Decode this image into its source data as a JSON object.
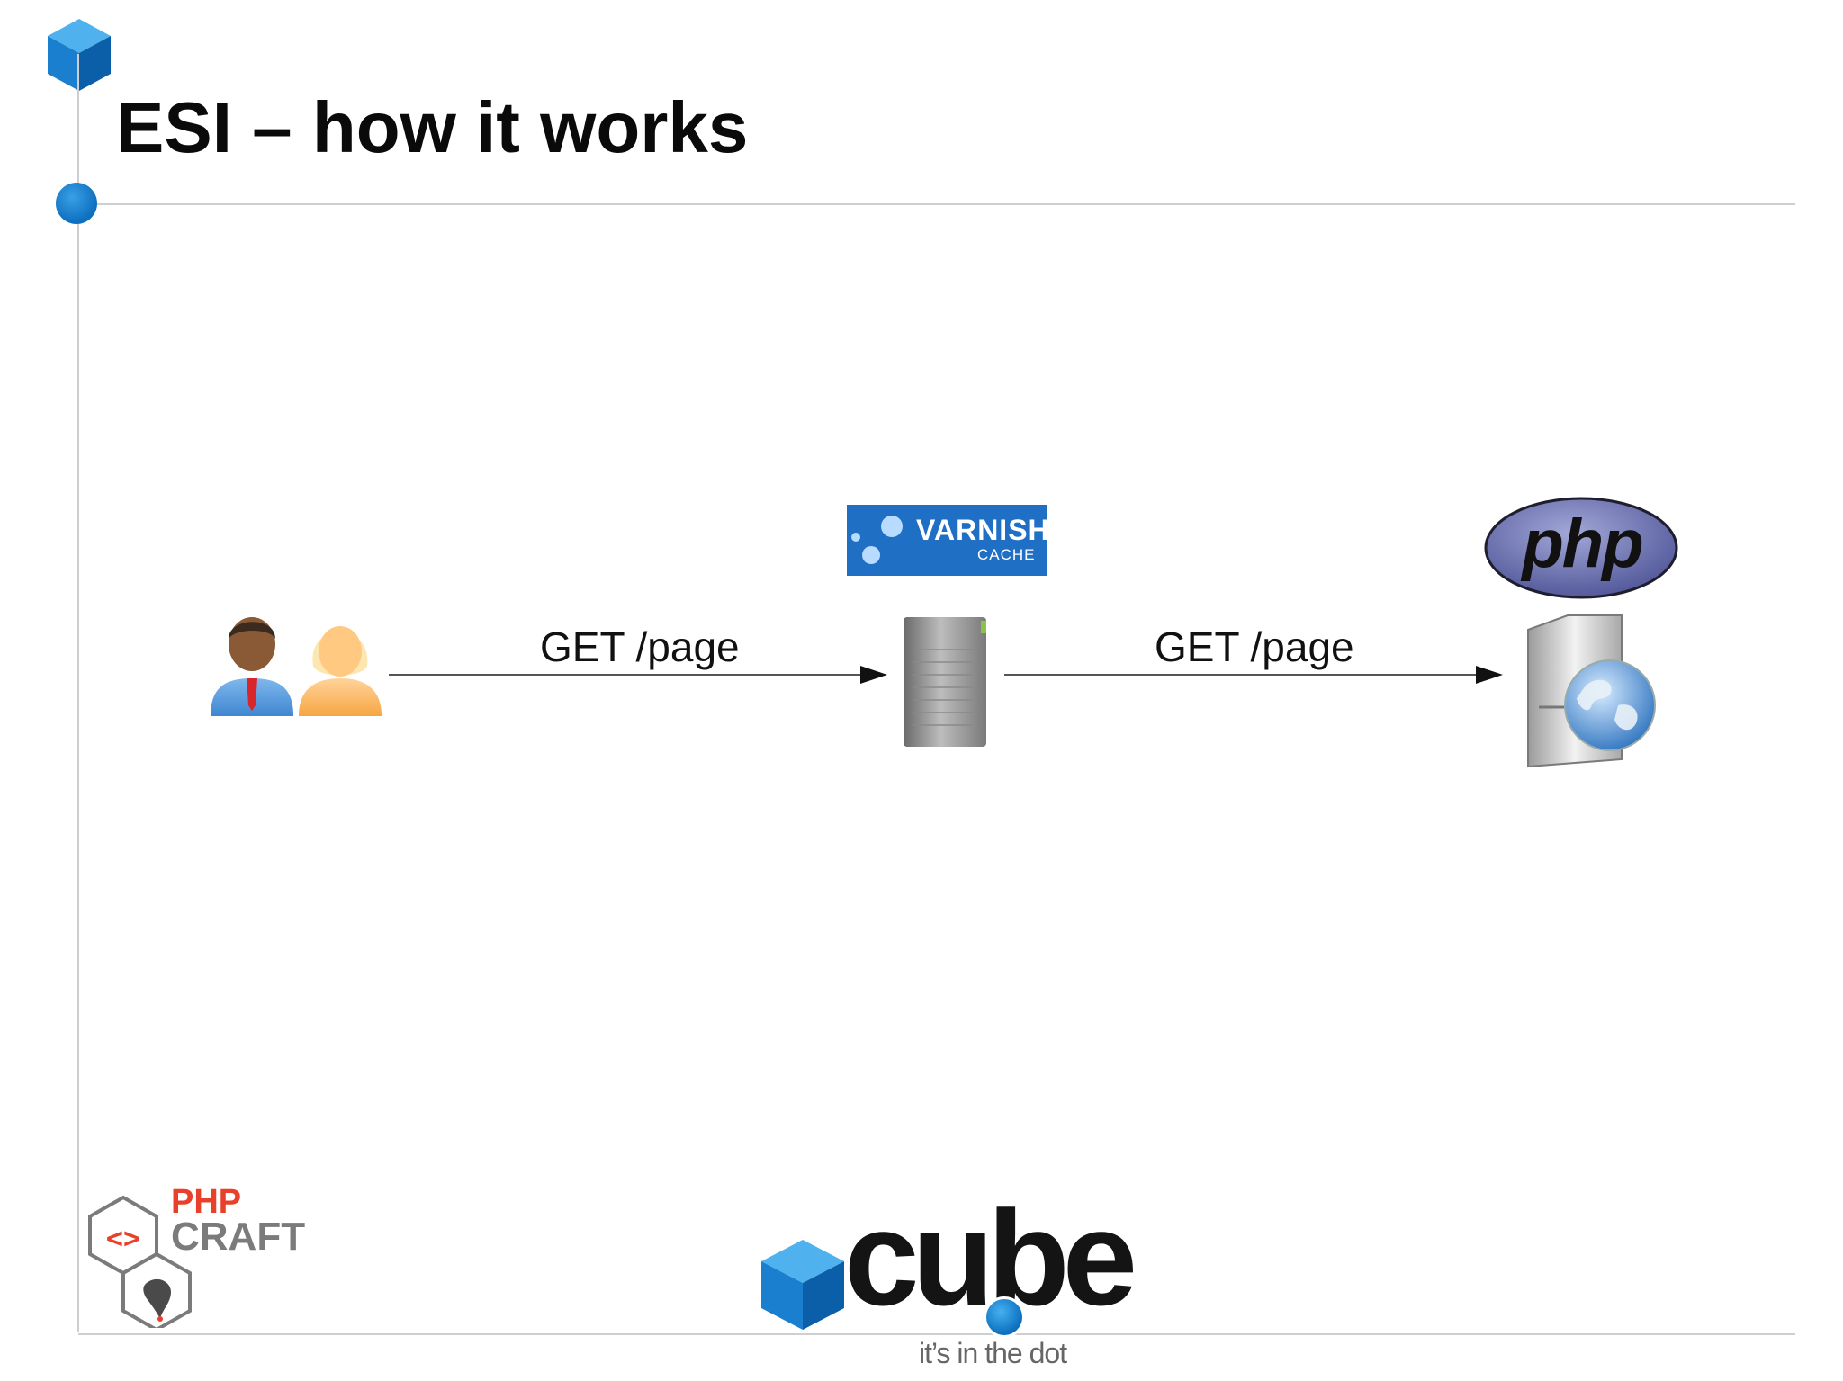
{
  "slide": {
    "title": "ESI – how it works",
    "brand_color": "#0c6fbf"
  },
  "diagram": {
    "nodes": [
      {
        "id": "users",
        "icon": "users-icon"
      },
      {
        "id": "varnish",
        "icon": "server-icon",
        "logo": {
          "name": "VARNISH",
          "sub": "CACHE"
        }
      },
      {
        "id": "php",
        "icon": "web-server-globe-icon",
        "logo": {
          "name": "php"
        }
      }
    ],
    "edges": [
      {
        "from": "users",
        "to": "varnish",
        "label": "GET /page"
      },
      {
        "from": "varnish",
        "to": "php",
        "label": "GET /page"
      }
    ]
  },
  "footer": {
    "phpcraft": {
      "php": "PHP",
      "craft": "CRAFT"
    },
    "cube": {
      "word": "cube",
      "tagline": "it’s in the dot"
    }
  }
}
